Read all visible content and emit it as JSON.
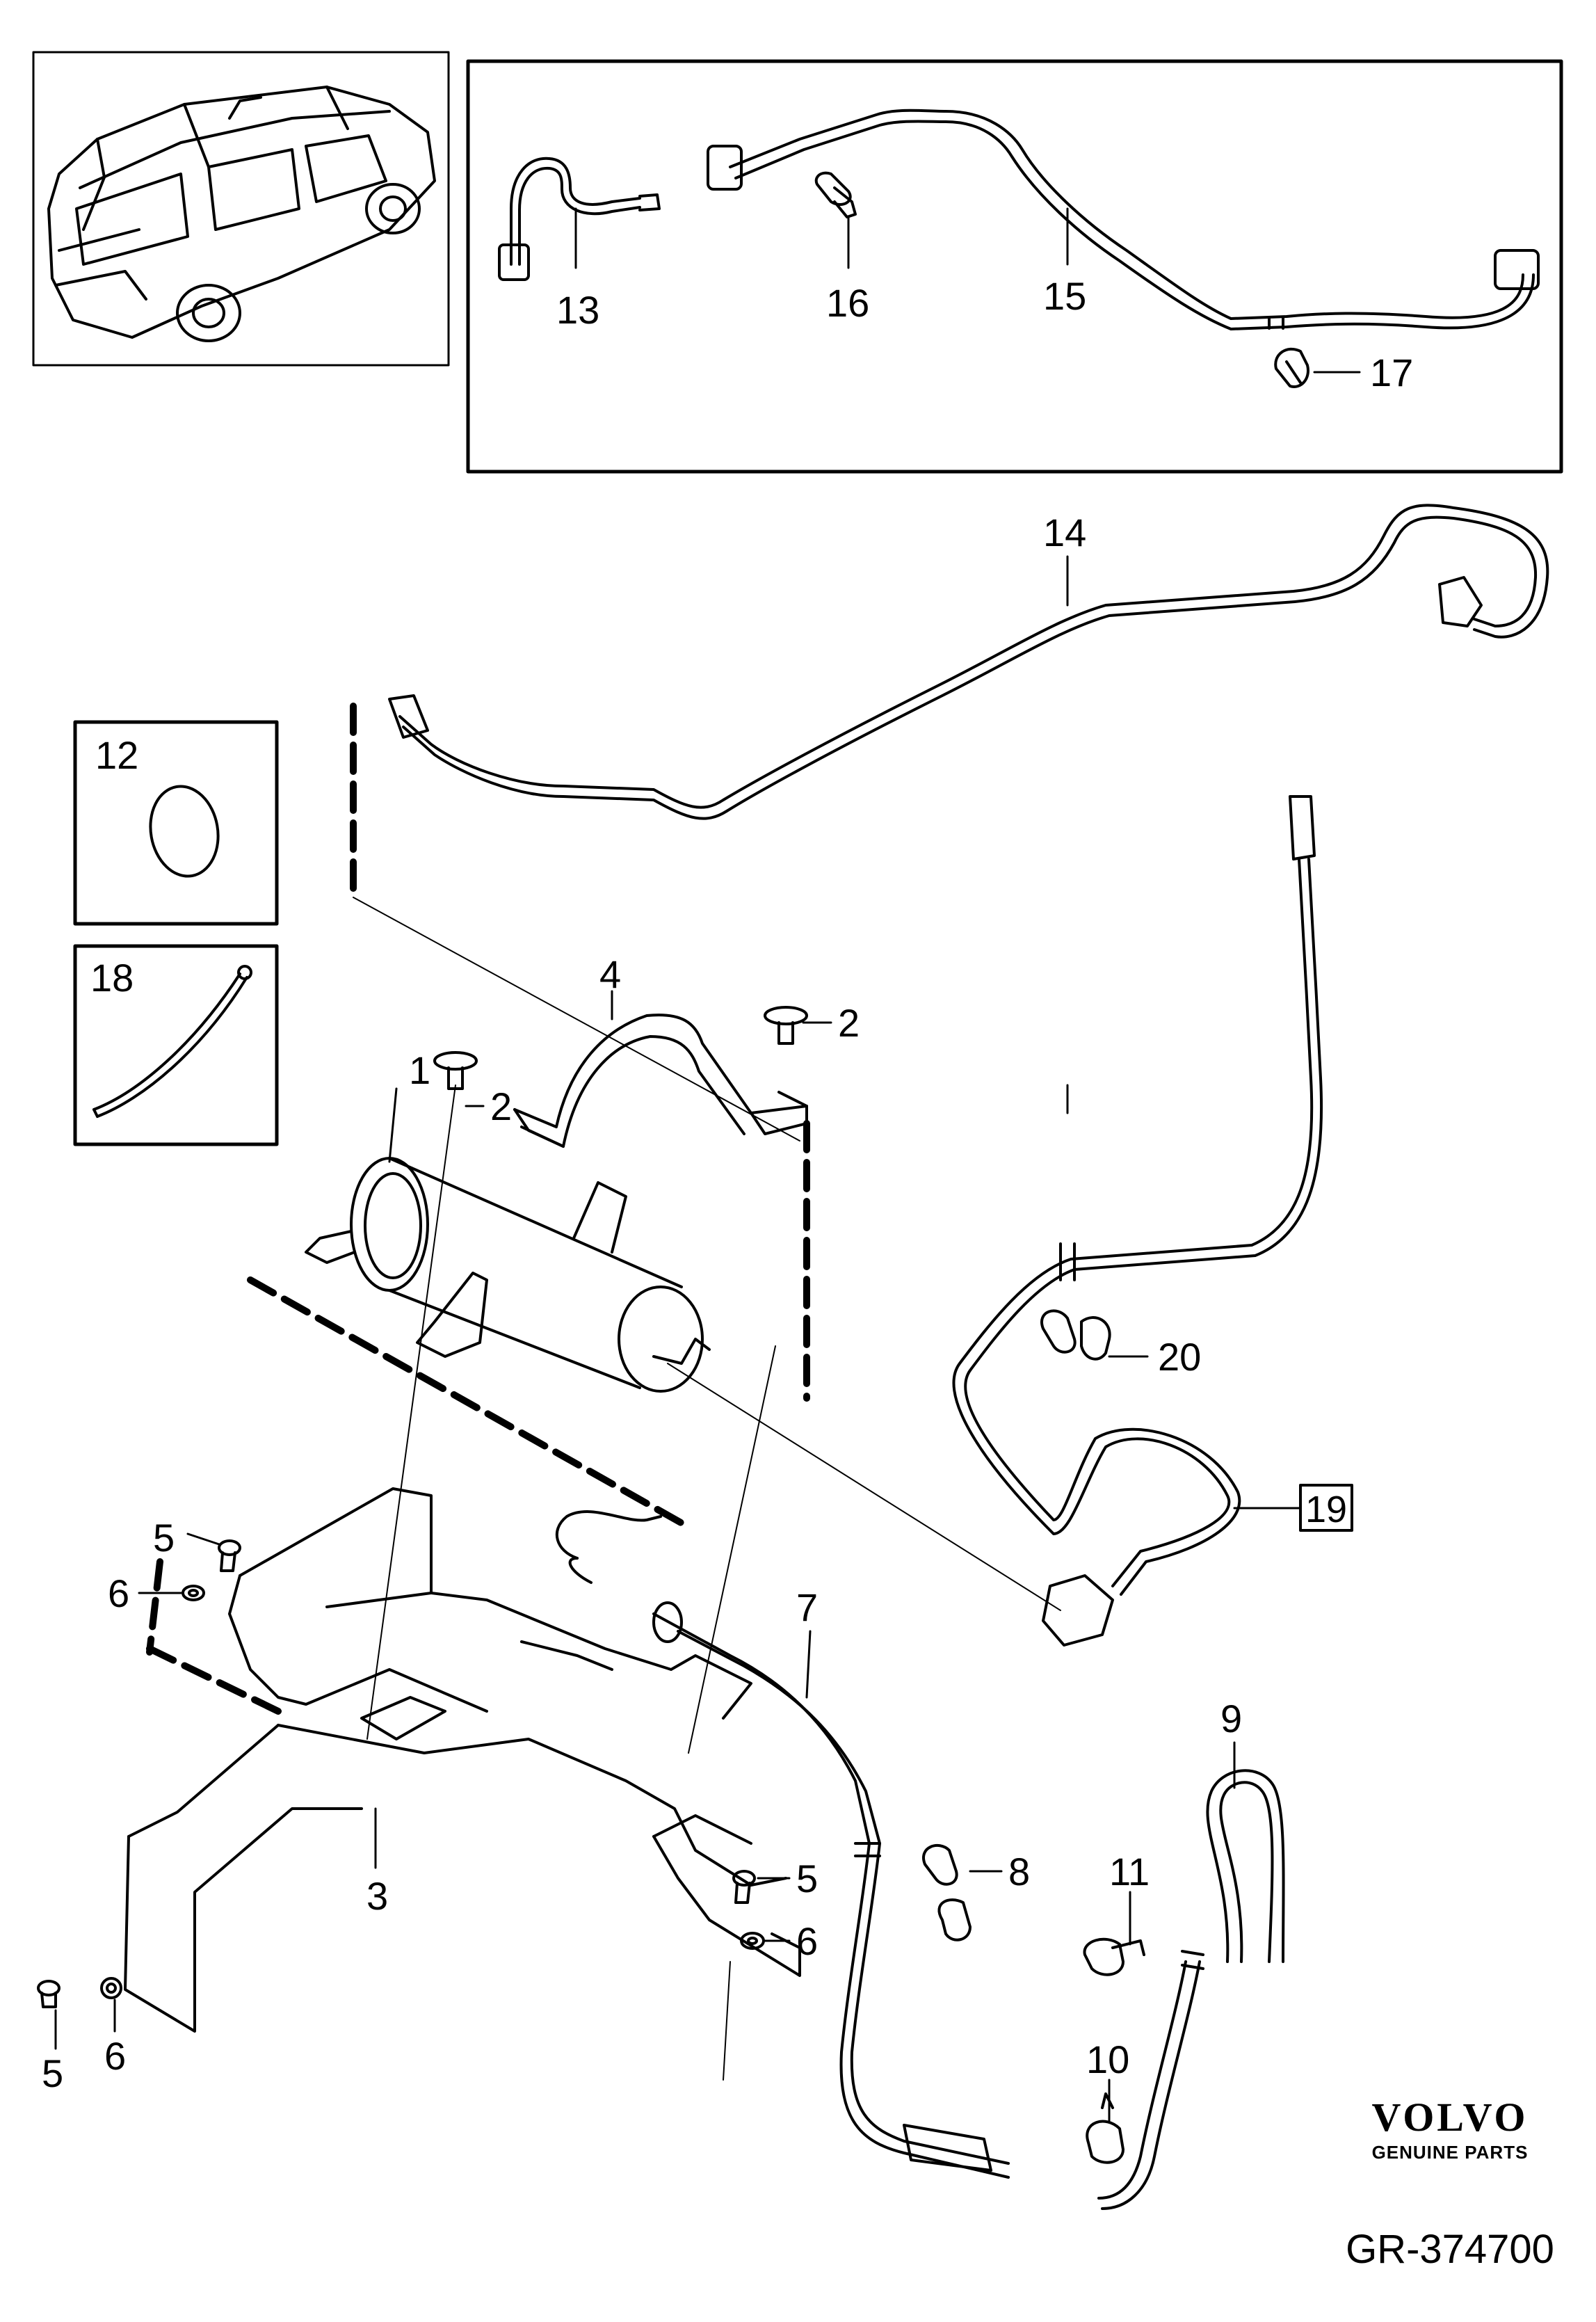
{
  "parts": {
    "p1": "1",
    "p2a": "2",
    "p2b": "2",
    "p3": "3",
    "p4": "4",
    "p5a": "5",
    "p5b": "5",
    "p5c": "5",
    "p6a": "6",
    "p6b": "6",
    "p6c": "6",
    "p7": "7",
    "p8": "8",
    "p9": "9",
    "p10": "10",
    "p11": "11",
    "p12": "12",
    "p13": "13",
    "p14": "14",
    "p15": "15",
    "p16": "16",
    "p17": "17",
    "p18": "18",
    "p19": "19",
    "p20": "20"
  },
  "branding": {
    "name": "VOLVO",
    "subtitle": "GENUINE PARTS",
    "reference": "GR-374700"
  }
}
